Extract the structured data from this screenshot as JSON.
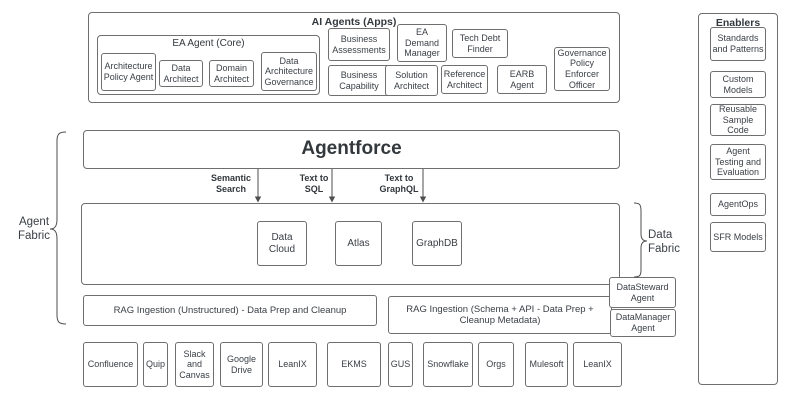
{
  "ai_agents": {
    "title": "AI Agents (Apps)",
    "ea_core": {
      "title": "EA Agent (Core)",
      "items": [
        "Architecture Policy Agent",
        "Data Architect",
        "Domain Architect",
        "Data Architecture Governance"
      ]
    },
    "top_row": [
      "Business Assessments",
      "EA Demand Manager",
      "Tech Debt Finder"
    ],
    "bottom_row": [
      "Business Capability",
      "Solution Architect",
      "Reference Architect",
      "EARB Agent"
    ],
    "governance": "Governance Policy Enforcer Officer"
  },
  "agentforce": "Agentforce",
  "connectors": [
    "Semantic Search",
    "Text to SQL",
    "Text to GraphQL"
  ],
  "data_platforms": [
    "Data Cloud",
    "Atlas",
    "GraphDB"
  ],
  "rag": {
    "unstructured": "RAG Ingestion (Unstructured)  - Data Prep and Cleanup",
    "schema_api": "RAG Ingestion (Schema + API - Data Prep + Cleanup Metadata)"
  },
  "data_agents": [
    "DataSteward Agent",
    "DataManager Agent"
  ],
  "sources": [
    "Confluence",
    "Quip",
    "Slack and Canvas",
    "Google Drive",
    "LeanIX",
    "EKMS",
    "GUS",
    "Snowflake",
    "Orgs",
    "Mulesoft",
    "LeanIX"
  ],
  "fabric_labels": {
    "agent": "Agent Fabric",
    "data": "Data Fabric"
  },
  "enablers": {
    "title": "Enablers",
    "items": [
      "Standards and Patterns",
      "Custom Models",
      "Reusable Sample Code",
      "Agent Testing and Evaluation",
      "AgentOps",
      "SFR Models"
    ]
  },
  "colors": {
    "border": "#6f6f6f",
    "text": "#3a3f45",
    "line": "#4d4d4d",
    "background": "#ffffff"
  }
}
